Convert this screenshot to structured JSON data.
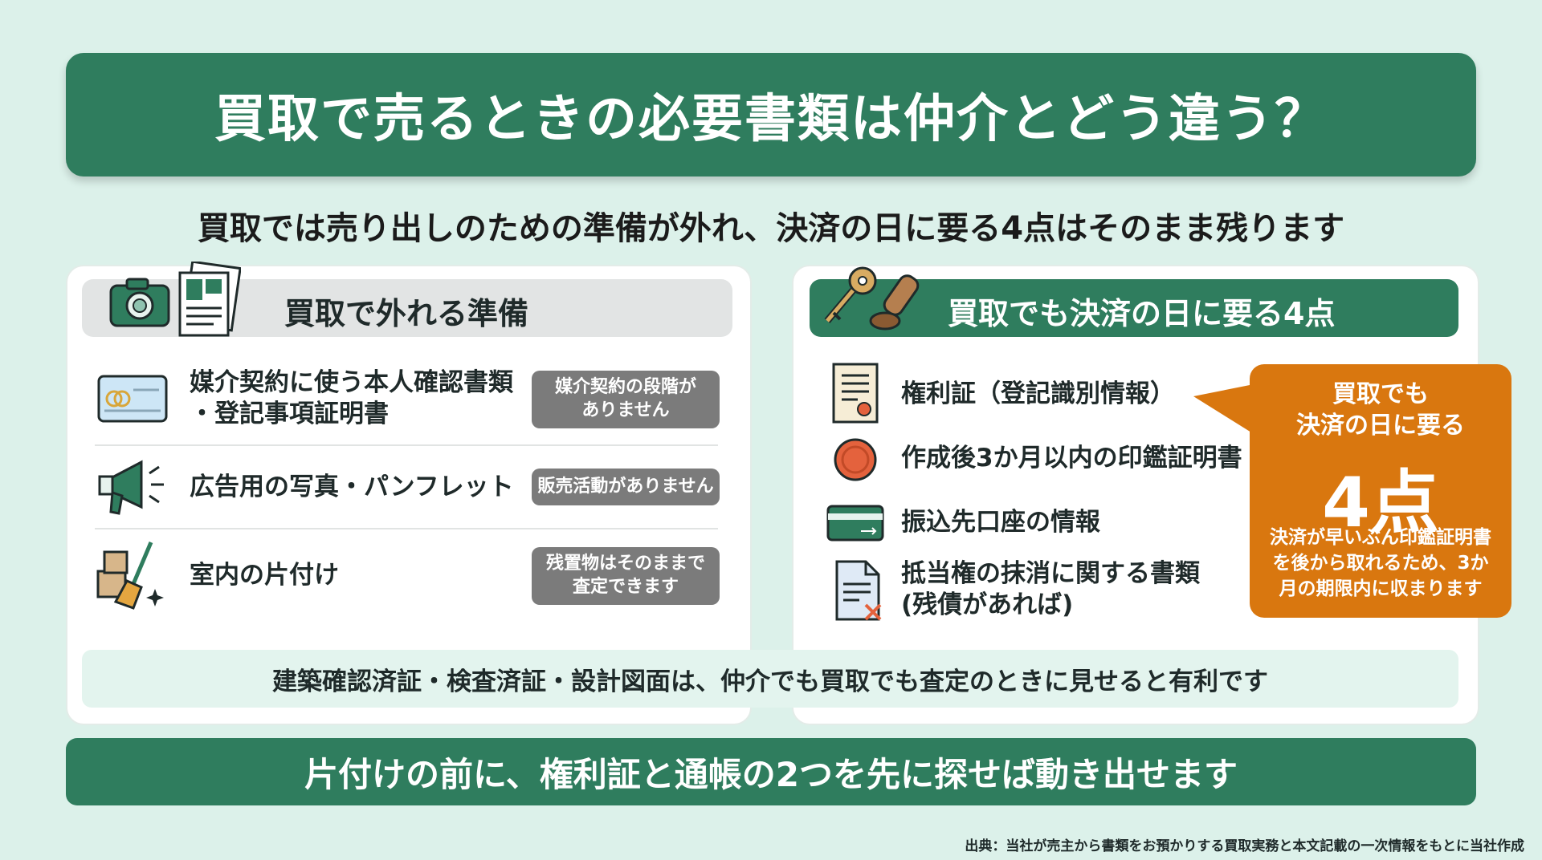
{
  "title": "買取で売るときの必要書類は仲介とどう違う？",
  "subtitle": "買取では売り出しのための準備が外れ、決済の日に要る4点はそのまま残ります",
  "left_panel": {
    "heading": "買取で外れる準備",
    "items": [
      {
        "text_line1": "媒介契約に使う本人確認書類",
        "text_line2": "・登記事項証明書",
        "badge_line1": "媒介契約の段階が",
        "badge_line2": "ありません",
        "icon": "id-card-icon"
      },
      {
        "text_line1": "広告用の写真・パンフレット",
        "badge_line1": "販売活動がありません",
        "icon": "megaphone-icon"
      },
      {
        "text_line1": "室内の片付け",
        "badge_line1": "残置物はそのままで",
        "badge_line2": "査定できます",
        "icon": "broom-boxes-icon"
      }
    ]
  },
  "right_panel": {
    "heading": "買取でも決済の日に要る4点",
    "items": [
      {
        "text_line1": "権利証（登記識別情報）",
        "icon": "certificate-icon"
      },
      {
        "text_line1": "作成後3か月以内の印鑑証明書",
        "icon": "seal-icon"
      },
      {
        "text_line1": "振込先口座の情報",
        "icon": "bank-card-icon"
      },
      {
        "text_line1": "抵当権の抹消に関する書類",
        "text_line2": "(残債があれば)",
        "icon": "document-cancel-icon"
      }
    ],
    "callout": {
      "line1": "買取でも",
      "line2": "決済の日に要る",
      "big": "4点",
      "note_line1": "決済が早いぶん印鑑証明書",
      "note_line2": "を後から取れるため、3か",
      "note_line3": "月の期限内に収まります"
    }
  },
  "note": "建築確認済証・検査済証・設計図面は、仲介でも買取でも査定のときに見せると有利です",
  "bottom_banner": "片付けの前に、権利証と通帳の2つを先に探せば動き出せます",
  "source": "出典：当社が売主から書類をお預かりする買取実務と本文記載の一次情報をもとに当社作成",
  "colors": {
    "green": "#2f7d5e",
    "orange": "#d9770f",
    "gray_badge": "#7b7b7b",
    "background": "#dcf1ea"
  }
}
